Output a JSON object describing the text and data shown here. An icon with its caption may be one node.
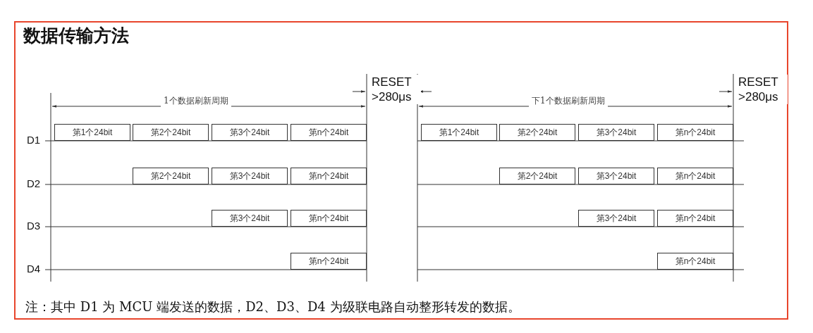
{
  "diagram": {
    "title": "数据传输方法",
    "caption": "注：其中 D1 为 MCU 端发送的数据，D2、D3、D4 为级联电路自动整形转发的数据。",
    "nodes": [
      {
        "text": [
          "第1个24bit"
        ]
      },
      {
        "text": [
          "第2个24bit"
        ]
      },
      {
        "text": [
          "第3个24bit"
        ]
      },
      {
        "text": [
          "第n个24bit"
        ]
      },
      {
        "text": [
          "第1个24bit"
        ]
      },
      {
        "text": [
          "第2个24bit"
        ]
      },
      {
        "text": [
          "第3个24bit"
        ]
      },
      {
        "text": [
          "第n个24bit"
        ]
      },
      {
        "text": [
          "第2个24bit"
        ]
      },
      {
        "text": [
          "第3个24bit"
        ]
      },
      {
        "text": [
          "第n个24bit"
        ]
      },
      {
        "text": [
          "第2个24bit"
        ]
      },
      {
        "text": [
          "第3个24bit"
        ]
      },
      {
        "text": [
          "第n个24bit"
        ]
      },
      {
        "text": [
          "第3个24bit"
        ]
      },
      {
        "text": [
          "第n个24bit"
        ]
      },
      {
        "text": [
          "第3个24bit"
        ]
      },
      {
        "text": [
          "第n个24bit"
        ]
      },
      {
        "text": [
          "第n个24bit"
        ]
      },
      {
        "text": [
          "第n个24bit"
        ]
      }
    ],
    "edges": [],
    "labels": [
      "RESET >280μs",
      "RESET >280μs",
      "1个数据刷新周期",
      "下1个数据刷新周期",
      "D1",
      "D2",
      "D3",
      "D4"
    ]
  }
}
